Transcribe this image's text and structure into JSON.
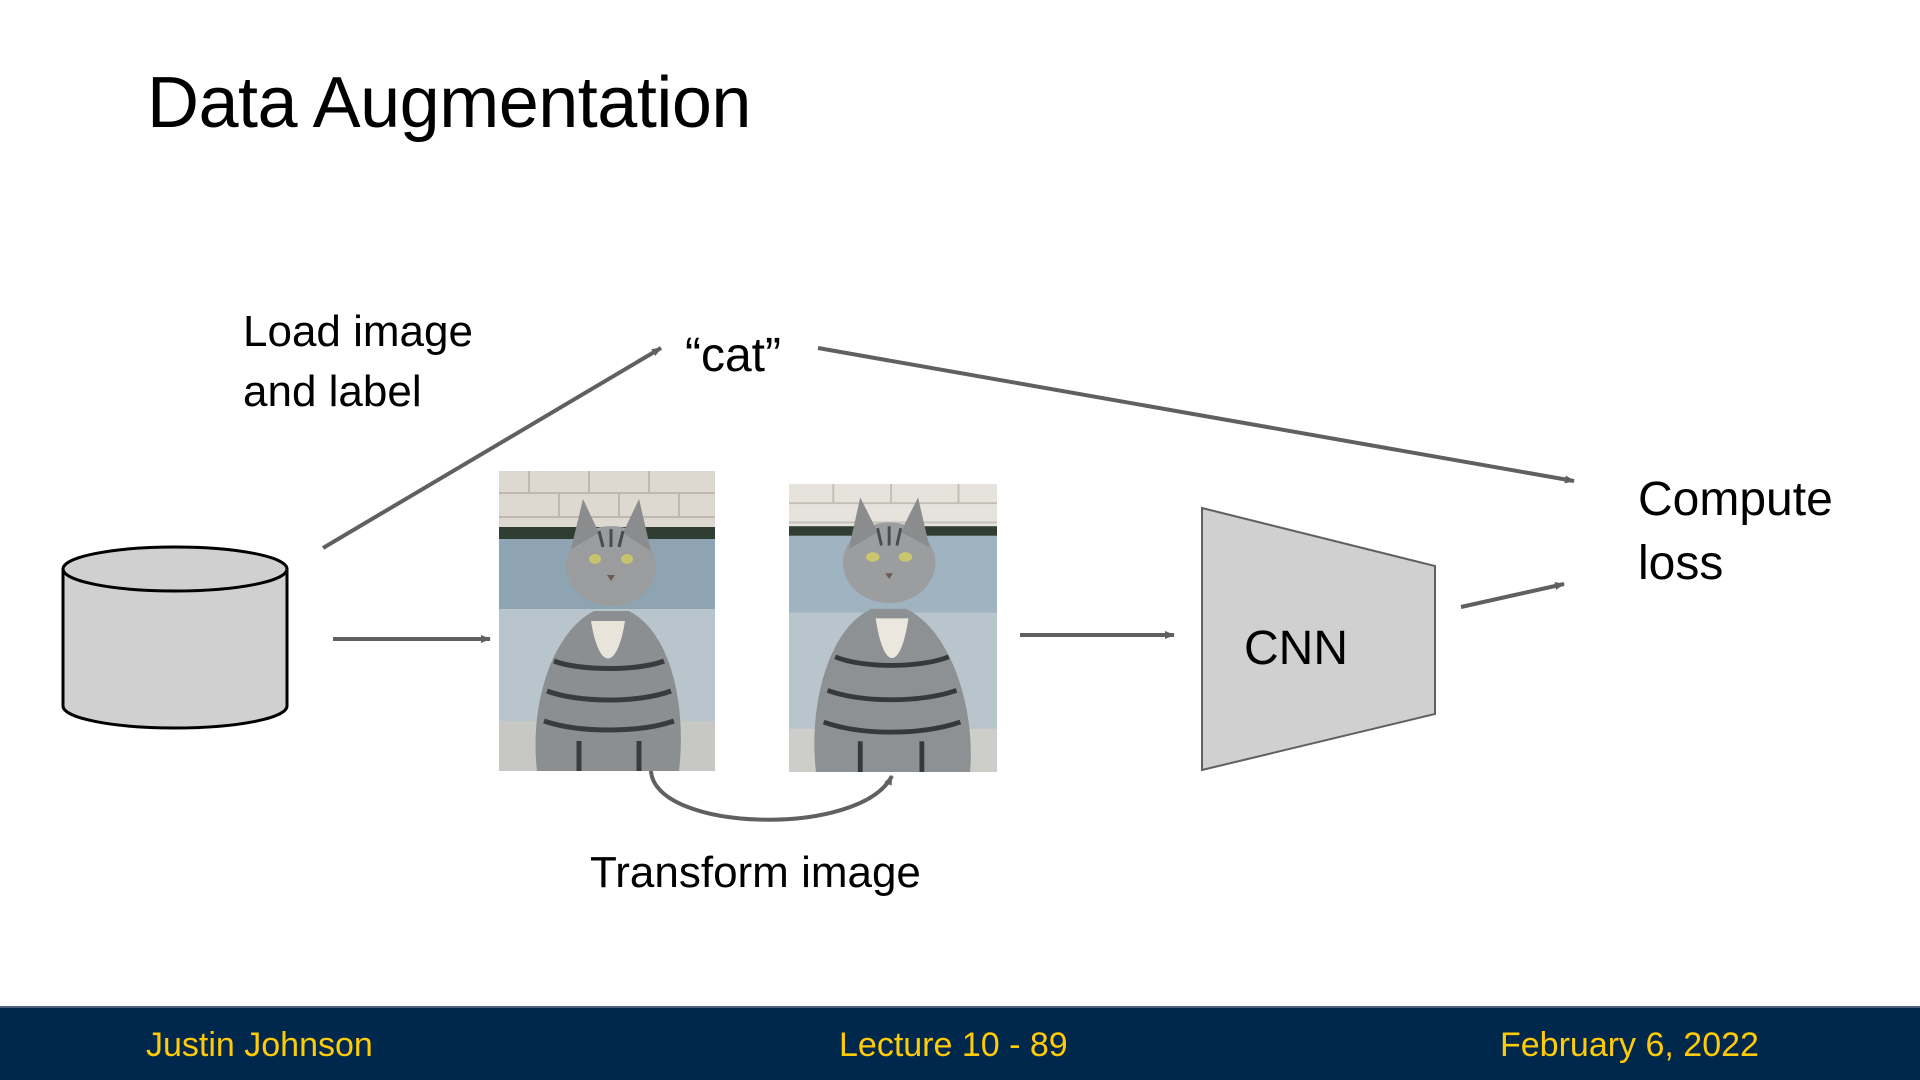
{
  "slide": {
    "title": "Data Augmentation"
  },
  "diagram": {
    "load_label_line1": "Load image",
    "load_label_line2": "and label",
    "label_text": "“cat”",
    "compute_line1": "Compute",
    "compute_line2": "loss",
    "cnn_label": "CNN",
    "transform_label": "Transform image"
  },
  "footer": {
    "author": "Justin Johnson",
    "lecture": "Lecture 10 - 89",
    "date": "February 6, 2022"
  },
  "colors": {
    "footer_bg": "#00274c",
    "footer_text": "#ffcb05",
    "arrow": "#606060",
    "shape_fill": "#d0d0d0"
  },
  "icons": {
    "database": "database-cylinder-icon",
    "cnn": "cnn-trapezoid-icon"
  }
}
